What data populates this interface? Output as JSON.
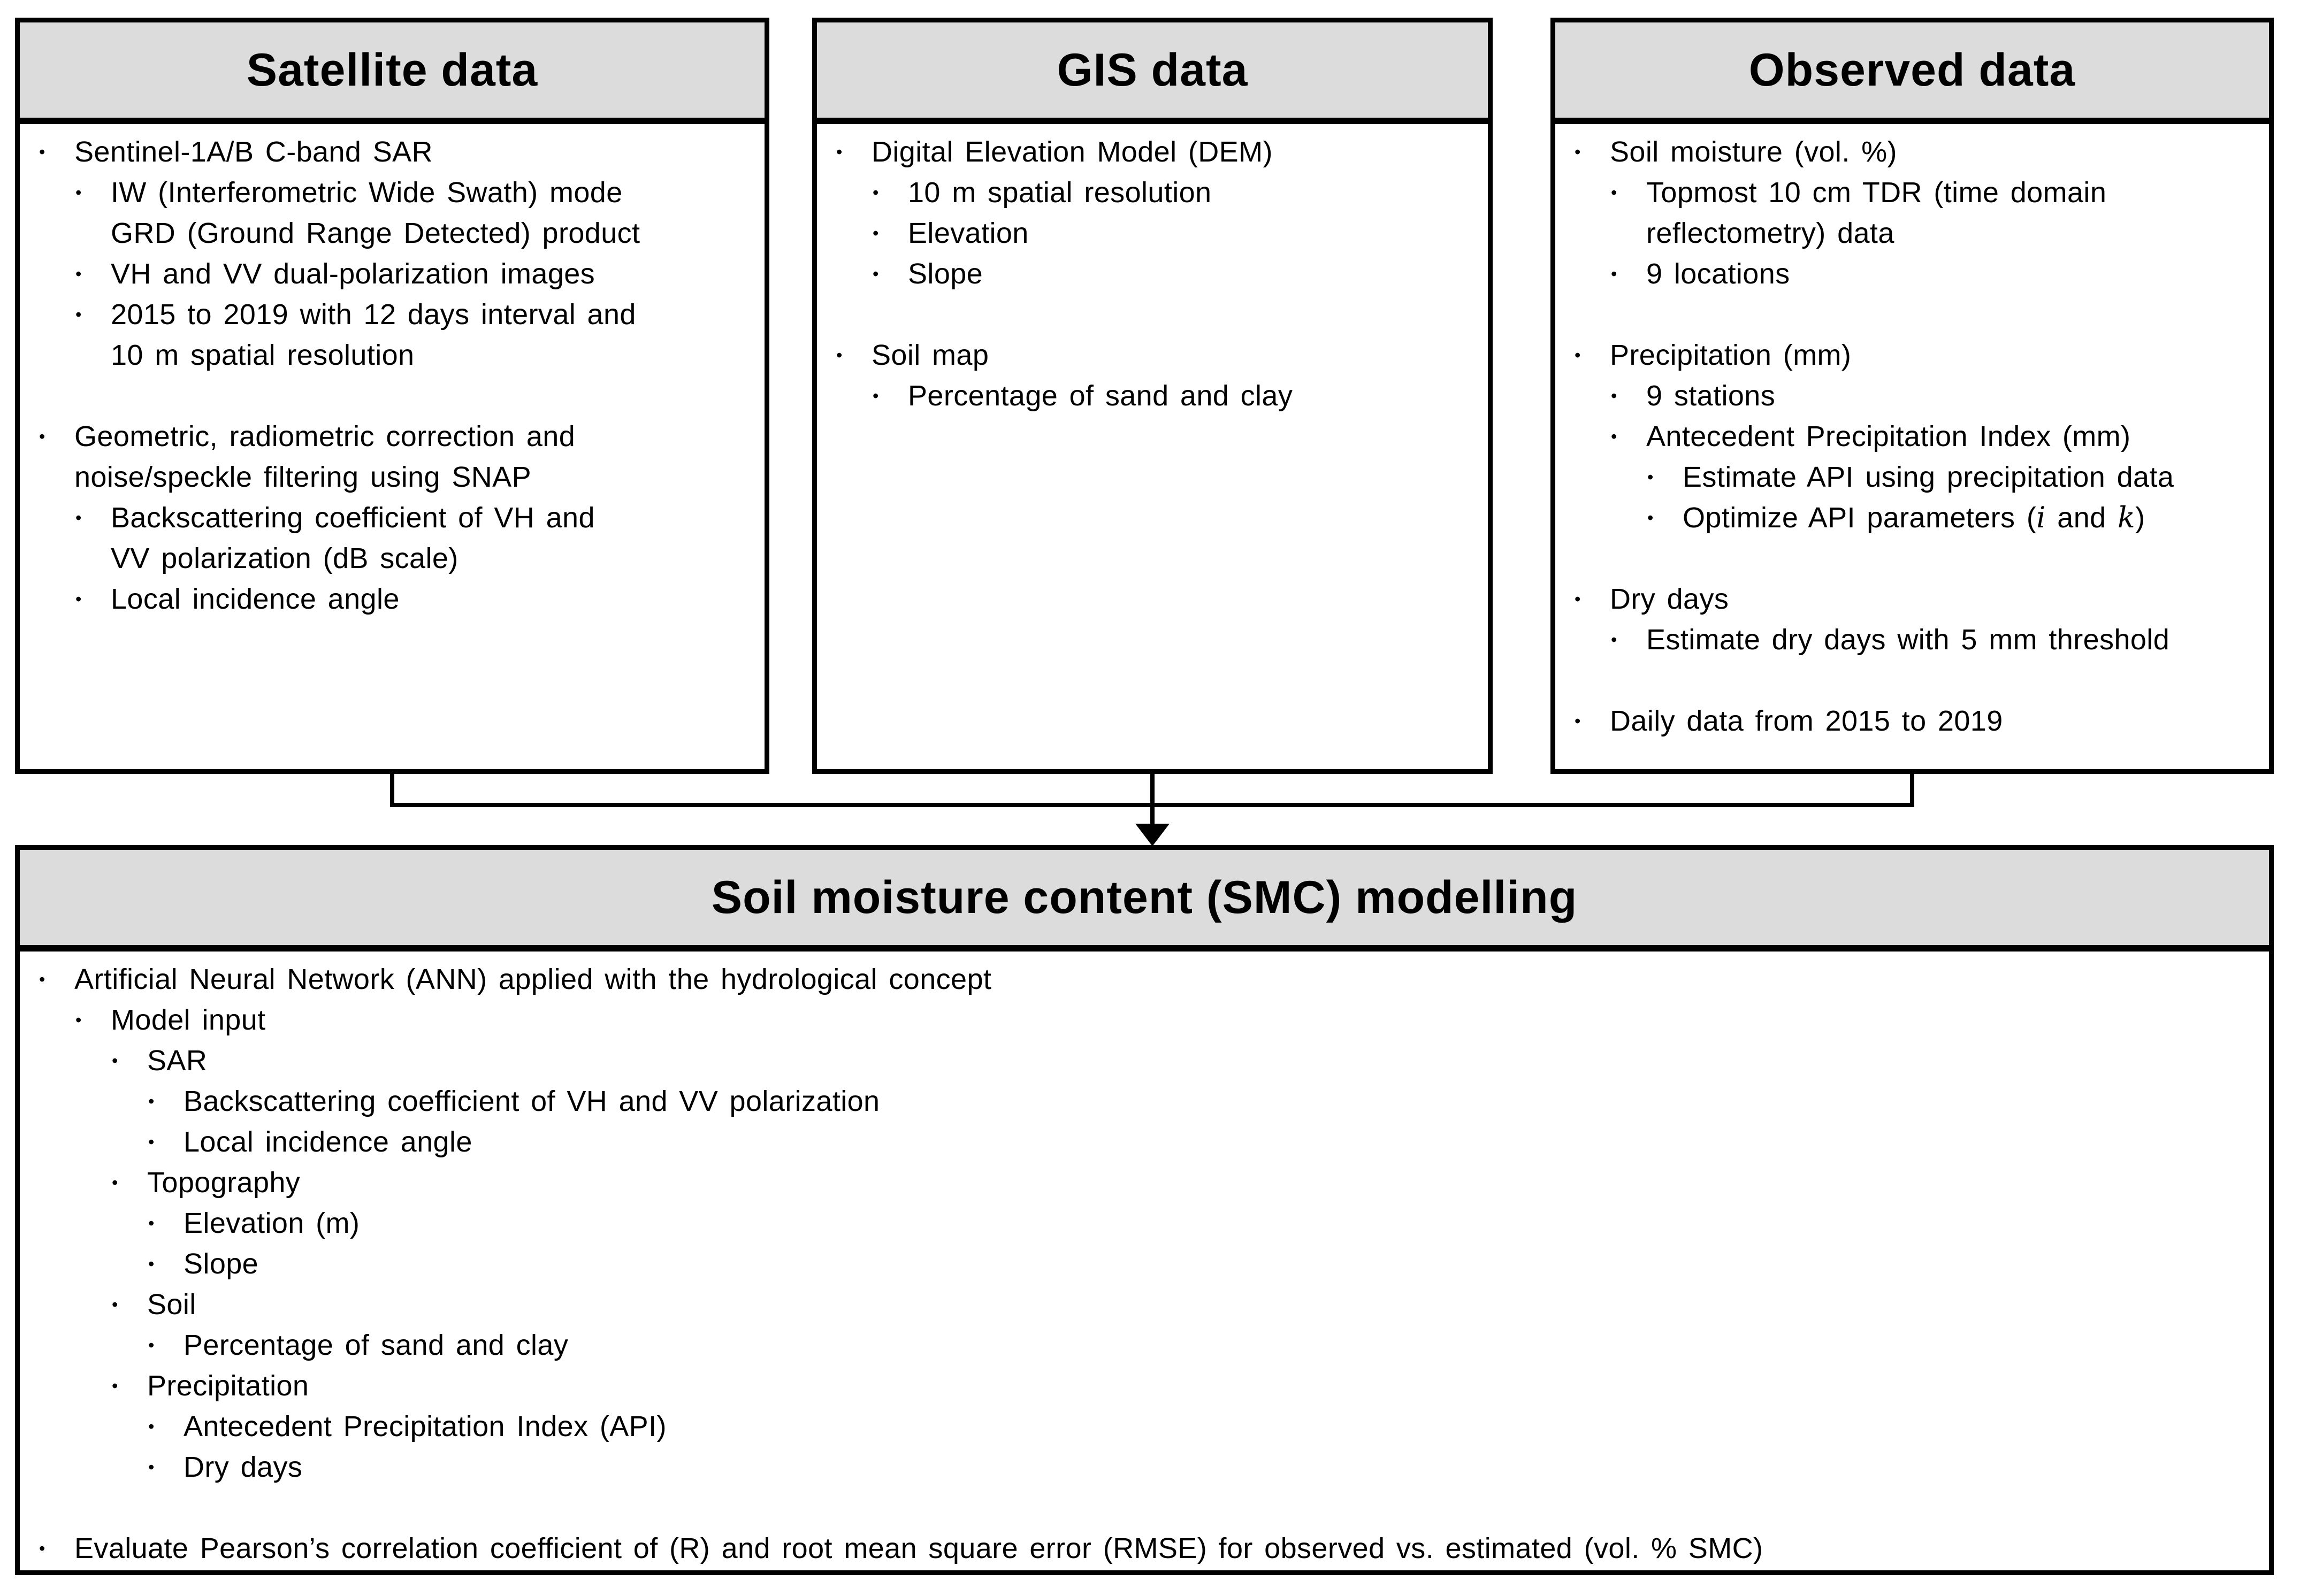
{
  "page": {
    "background": "#ffffff",
    "line_color": "#000000",
    "header_fill": "#dcdcdc"
  },
  "boxes": [
    {
      "id": "satellite",
      "title": "Satellite data",
      "items": [
        {
          "level": 1,
          "text": "Sentinel-1A/B C-band SAR"
        },
        {
          "level": 2,
          "text": "IW (Interferometric Wide Swath) mode\nGRD (Ground Range Detected) product"
        },
        {
          "level": 2,
          "text": "VH and VV dual-polarization images"
        },
        {
          "level": 2,
          "text": "2015 to 2019 with 12 days interval and\n10 m spatial resolution"
        },
        {
          "level": 1,
          "gap": true,
          "text": "Geometric, radiometric correction and\nnoise/speckle filtering using SNAP"
        },
        {
          "level": 2,
          "text": "Backscattering coefficient of VH and\nVV polarization (dB scale)"
        },
        {
          "level": 2,
          "text": "Local incidence angle"
        }
      ]
    },
    {
      "id": "gis",
      "title": "GIS data",
      "items": [
        {
          "level": 1,
          "text": "Digital Elevation Model (DEM)"
        },
        {
          "level": 2,
          "text": "10 m spatial resolution"
        },
        {
          "level": 2,
          "text": "Elevation"
        },
        {
          "level": 2,
          "text": "Slope"
        },
        {
          "level": 1,
          "gap": true,
          "text": "Soil map"
        },
        {
          "level": 2,
          "text": "Percentage of sand and clay"
        }
      ]
    },
    {
      "id": "observed",
      "title": "Observed data",
      "items": [
        {
          "level": 1,
          "text": "Soil moisture (vol. %)"
        },
        {
          "level": 2,
          "text": "Topmost 10 cm TDR (time domain\nreflectometry) data"
        },
        {
          "level": 2,
          "text": "9 locations"
        },
        {
          "level": 1,
          "gap": true,
          "text": "Precipitation (mm)"
        },
        {
          "level": 2,
          "text": "9 stations"
        },
        {
          "level": 2,
          "text": "Antecedent Precipitation Index (mm)"
        },
        {
          "level": 3,
          "text": "Estimate API using precipitation data"
        },
        {
          "level": 3,
          "parts": [
            {
              "t": "Optimize API parameters ("
            },
            {
              "t": "i",
              "var": true
            },
            {
              "t": " and "
            },
            {
              "t": "k",
              "var": true
            },
            {
              "t": ")"
            }
          ]
        },
        {
          "level": 1,
          "gap": true,
          "text": "Dry days"
        },
        {
          "level": 2,
          "text": "Estimate dry days with 5 mm threshold"
        },
        {
          "level": 1,
          "gap": true,
          "text": "Daily data from 2015 to 2019"
        }
      ]
    },
    {
      "id": "smc",
      "title": "Soil moisture content (SMC) modelling",
      "items": [
        {
          "level": 1,
          "text": "Artificial Neural Network (ANN) applied with the hydrological concept"
        },
        {
          "level": 2,
          "text": "Model input"
        },
        {
          "level": 3,
          "text": "SAR"
        },
        {
          "level": 4,
          "text": "Backscattering coefficient of VH and VV polarization"
        },
        {
          "level": 4,
          "text": "Local incidence angle"
        },
        {
          "level": 3,
          "text": "Topography"
        },
        {
          "level": 4,
          "text": "Elevation (m)"
        },
        {
          "level": 4,
          "text": "Slope"
        },
        {
          "level": 3,
          "text": "Soil"
        },
        {
          "level": 4,
          "text": "Percentage of sand and clay"
        },
        {
          "level": 3,
          "text": "Precipitation"
        },
        {
          "level": 4,
          "text": "Antecedent Precipitation Index (API)"
        },
        {
          "level": 4,
          "text": "Dry days"
        },
        {
          "level": 1,
          "gap": true,
          "text": "Evaluate Pearson’s correlation coefficient of (R) and root mean square error (RMSE) for observed vs. estimated (vol. % SMC)"
        }
      ]
    }
  ]
}
